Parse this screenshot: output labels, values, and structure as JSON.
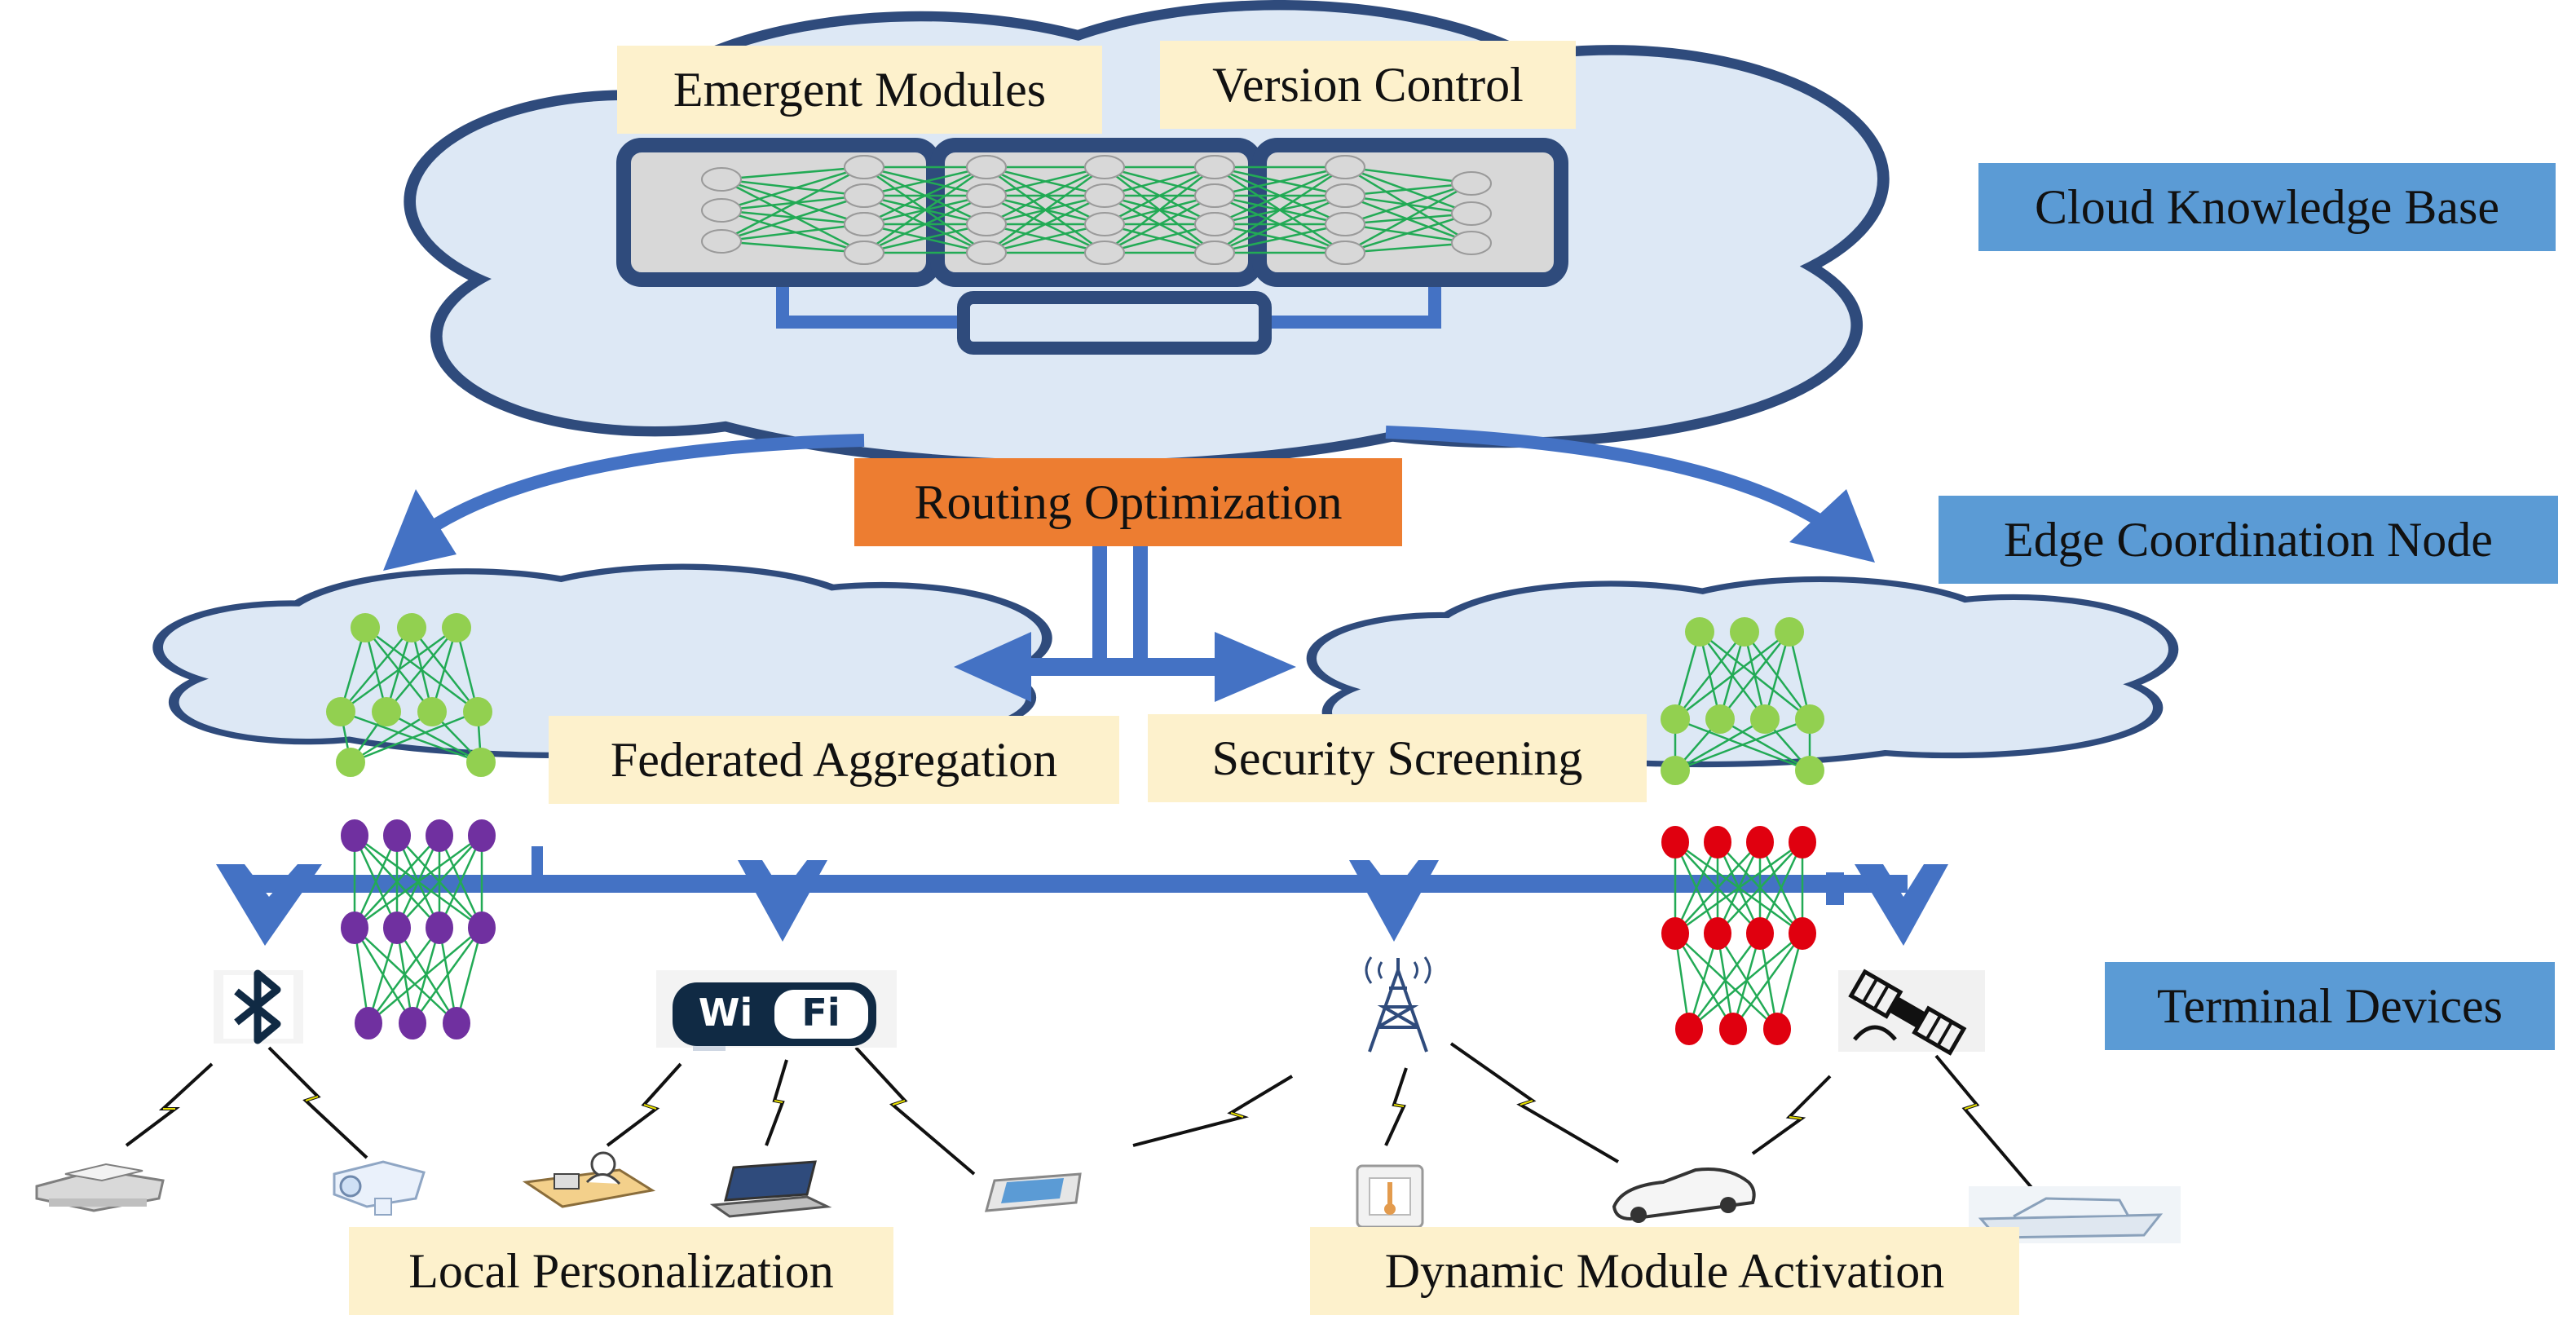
{
  "labels": {
    "emergent_modules": "Emergent Modules",
    "version_control": "Version Control",
    "cloud_knowledge_base": "Cloud Knowledge Base",
    "routing_optimization": "Routing Optimization",
    "edge_coordination_node": "Edge Coordination Node",
    "federated_aggregation": "Federated Aggregation",
    "security_screening": "Security Screening",
    "terminal_devices": "Terminal Devices",
    "local_personalization": "Local Personalization",
    "dynamic_module_activation": "Dynamic Module Activation"
  },
  "icons": {
    "wifi": {
      "left": "Wi",
      "right": "Fi"
    }
  },
  "colors": {
    "cloud_fill": "#dde8f5",
    "cloud_stroke": "#2f4b7c",
    "arrow": "#4472c4",
    "net_line": "#22aa55",
    "green_node": "#92d050",
    "purple_node": "#7030a0",
    "red_node": "#e0000f",
    "label_cream": "#fdf1cc",
    "label_blue": "#5b9bd5",
    "label_orange": "#ed7d31",
    "lightning": "#e8e000"
  }
}
